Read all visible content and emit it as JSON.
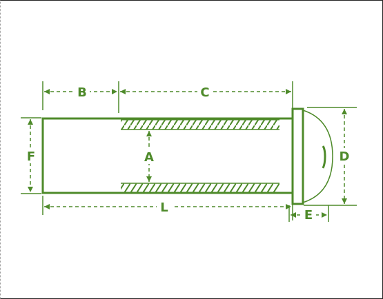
{
  "colors": {
    "line": "#4e8a2a",
    "frame": "#222222",
    "background": "#ffffff"
  },
  "labels": {
    "A": "A",
    "B": "B",
    "C": "C",
    "D": "D",
    "E": "E",
    "F": "F",
    "L": "L"
  }
}
